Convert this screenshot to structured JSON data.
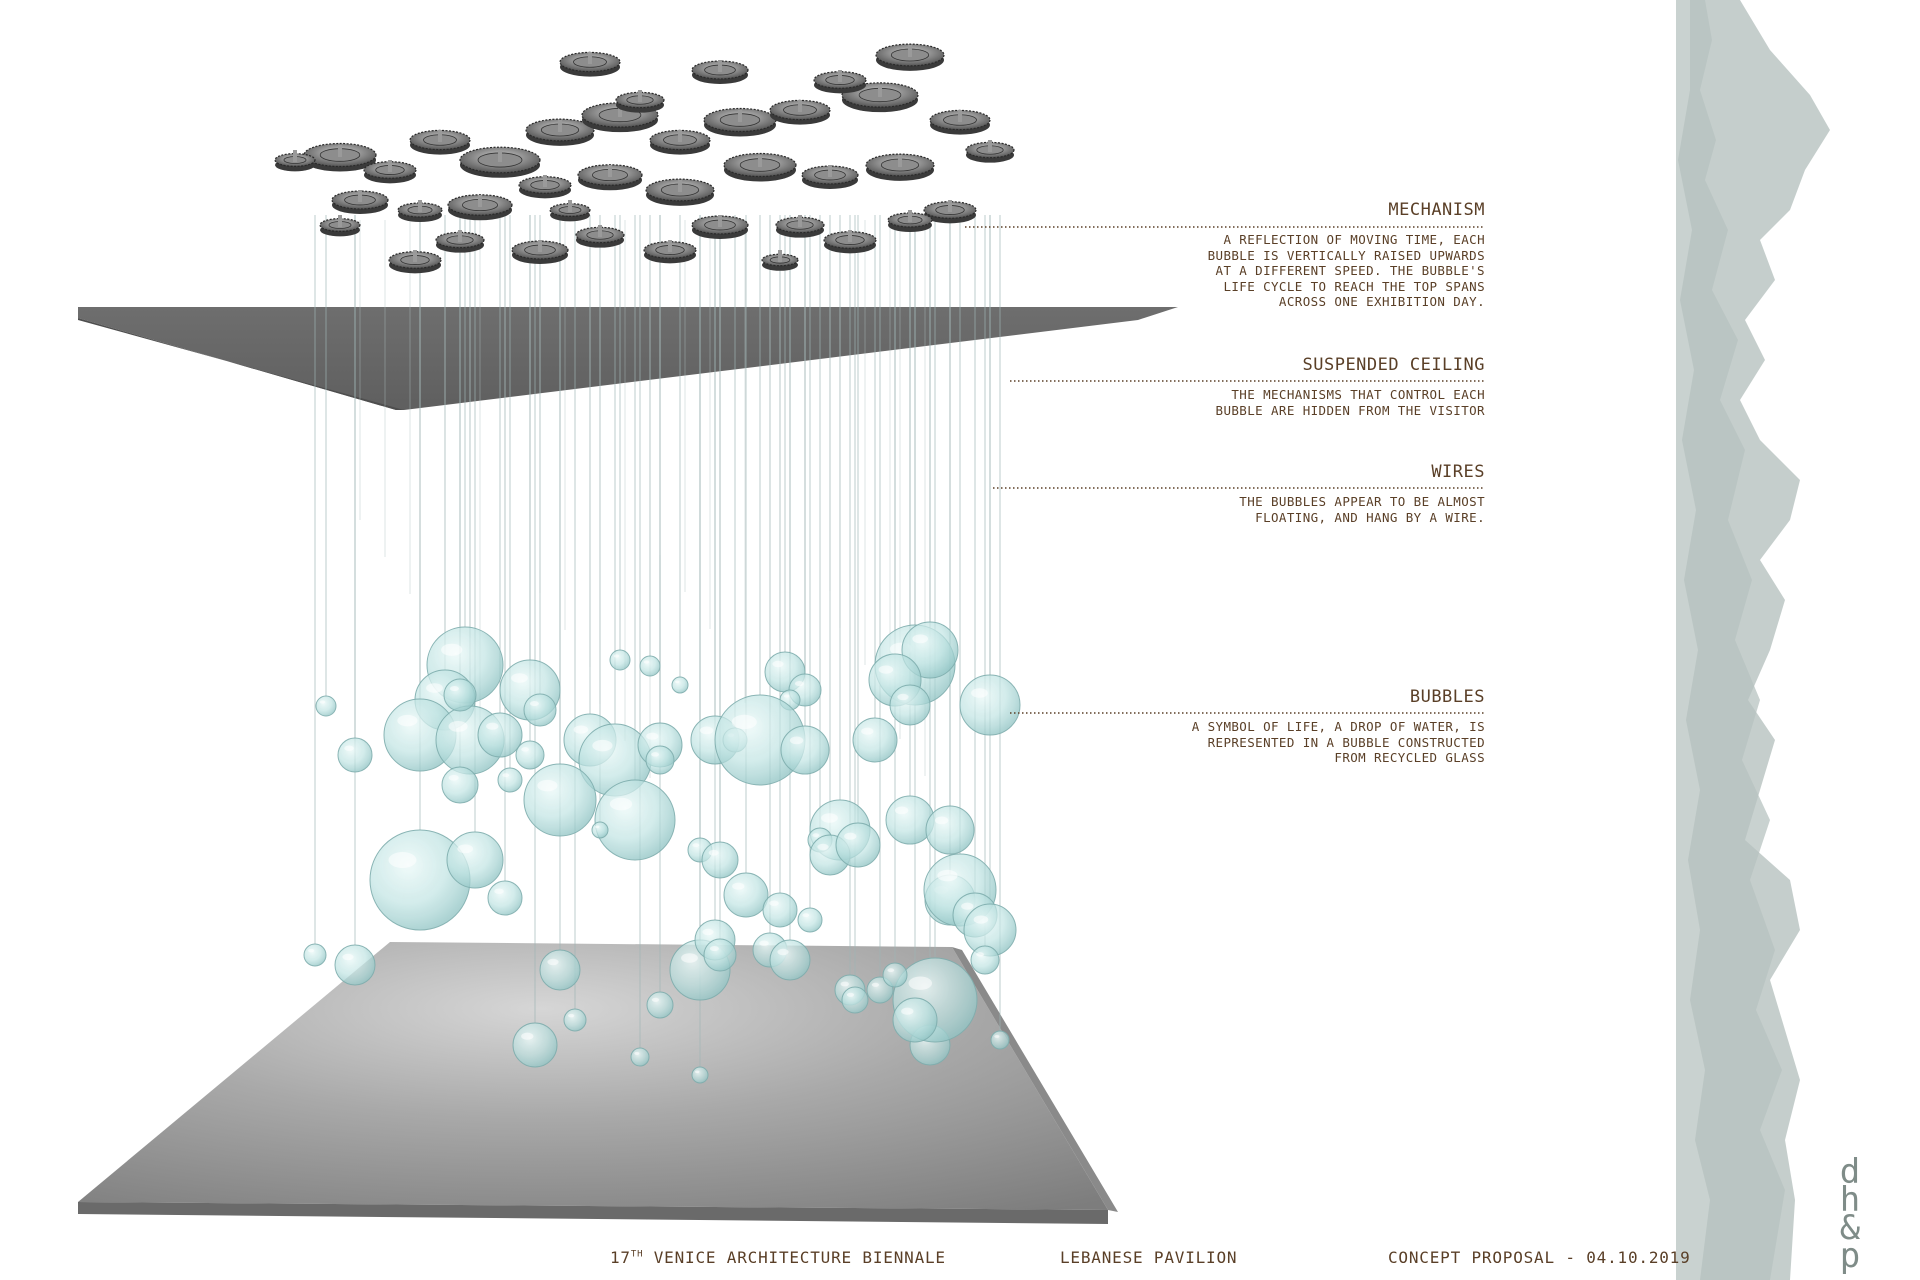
{
  "annotations": {
    "mechanism": {
      "title": "MECHANISM",
      "lines": [
        "A REFLECTION OF MOVING TIME, EACH",
        "BUBBLE IS VERTICALLY RAISED UPWARDS",
        "AT A DIFFERENT SPEED. THE BUBBLE'S",
        "LIFE CYCLE TO REACH THE TOP SPANS",
        "ACROSS ONE EXHIBITION DAY."
      ]
    },
    "ceiling": {
      "title": "SUSPENDED CEILING",
      "lines": [
        "THE MECHANISMS THAT CONTROL EACH",
        "BUBBLE ARE HIDDEN FROM THE VISITOR"
      ]
    },
    "wires": {
      "title": "WIRES",
      "lines": [
        "THE BUBBLES APPEAR TO BE ALMOST",
        "FLOATING, AND HANG BY A WIRE."
      ]
    },
    "bubbles": {
      "title": "BUBBLES",
      "lines": [
        "A SYMBOL OF LIFE, A DROP OF WATER, IS",
        "REPRESENTED IN A BUBBLE CONSTRUCTED",
        "FROM RECYCLED GLASS"
      ]
    }
  },
  "footer": {
    "edition_number": "17",
    "edition_suffix": "TH",
    "event": "VENICE ARCHITECTURE BIENNALE",
    "pavilion": "LEBANESE PAVILION",
    "proposal": "CONCEPT PROPOSAL - 04.10.2019"
  },
  "logo": {
    "letters": [
      "d",
      "h",
      "&",
      "p"
    ]
  },
  "colors": {
    "annotation_text": "#5a3f27",
    "slab": "#6c6c6c",
    "bubble": "#bfe3e2",
    "mountain": "#c3ccca"
  }
}
